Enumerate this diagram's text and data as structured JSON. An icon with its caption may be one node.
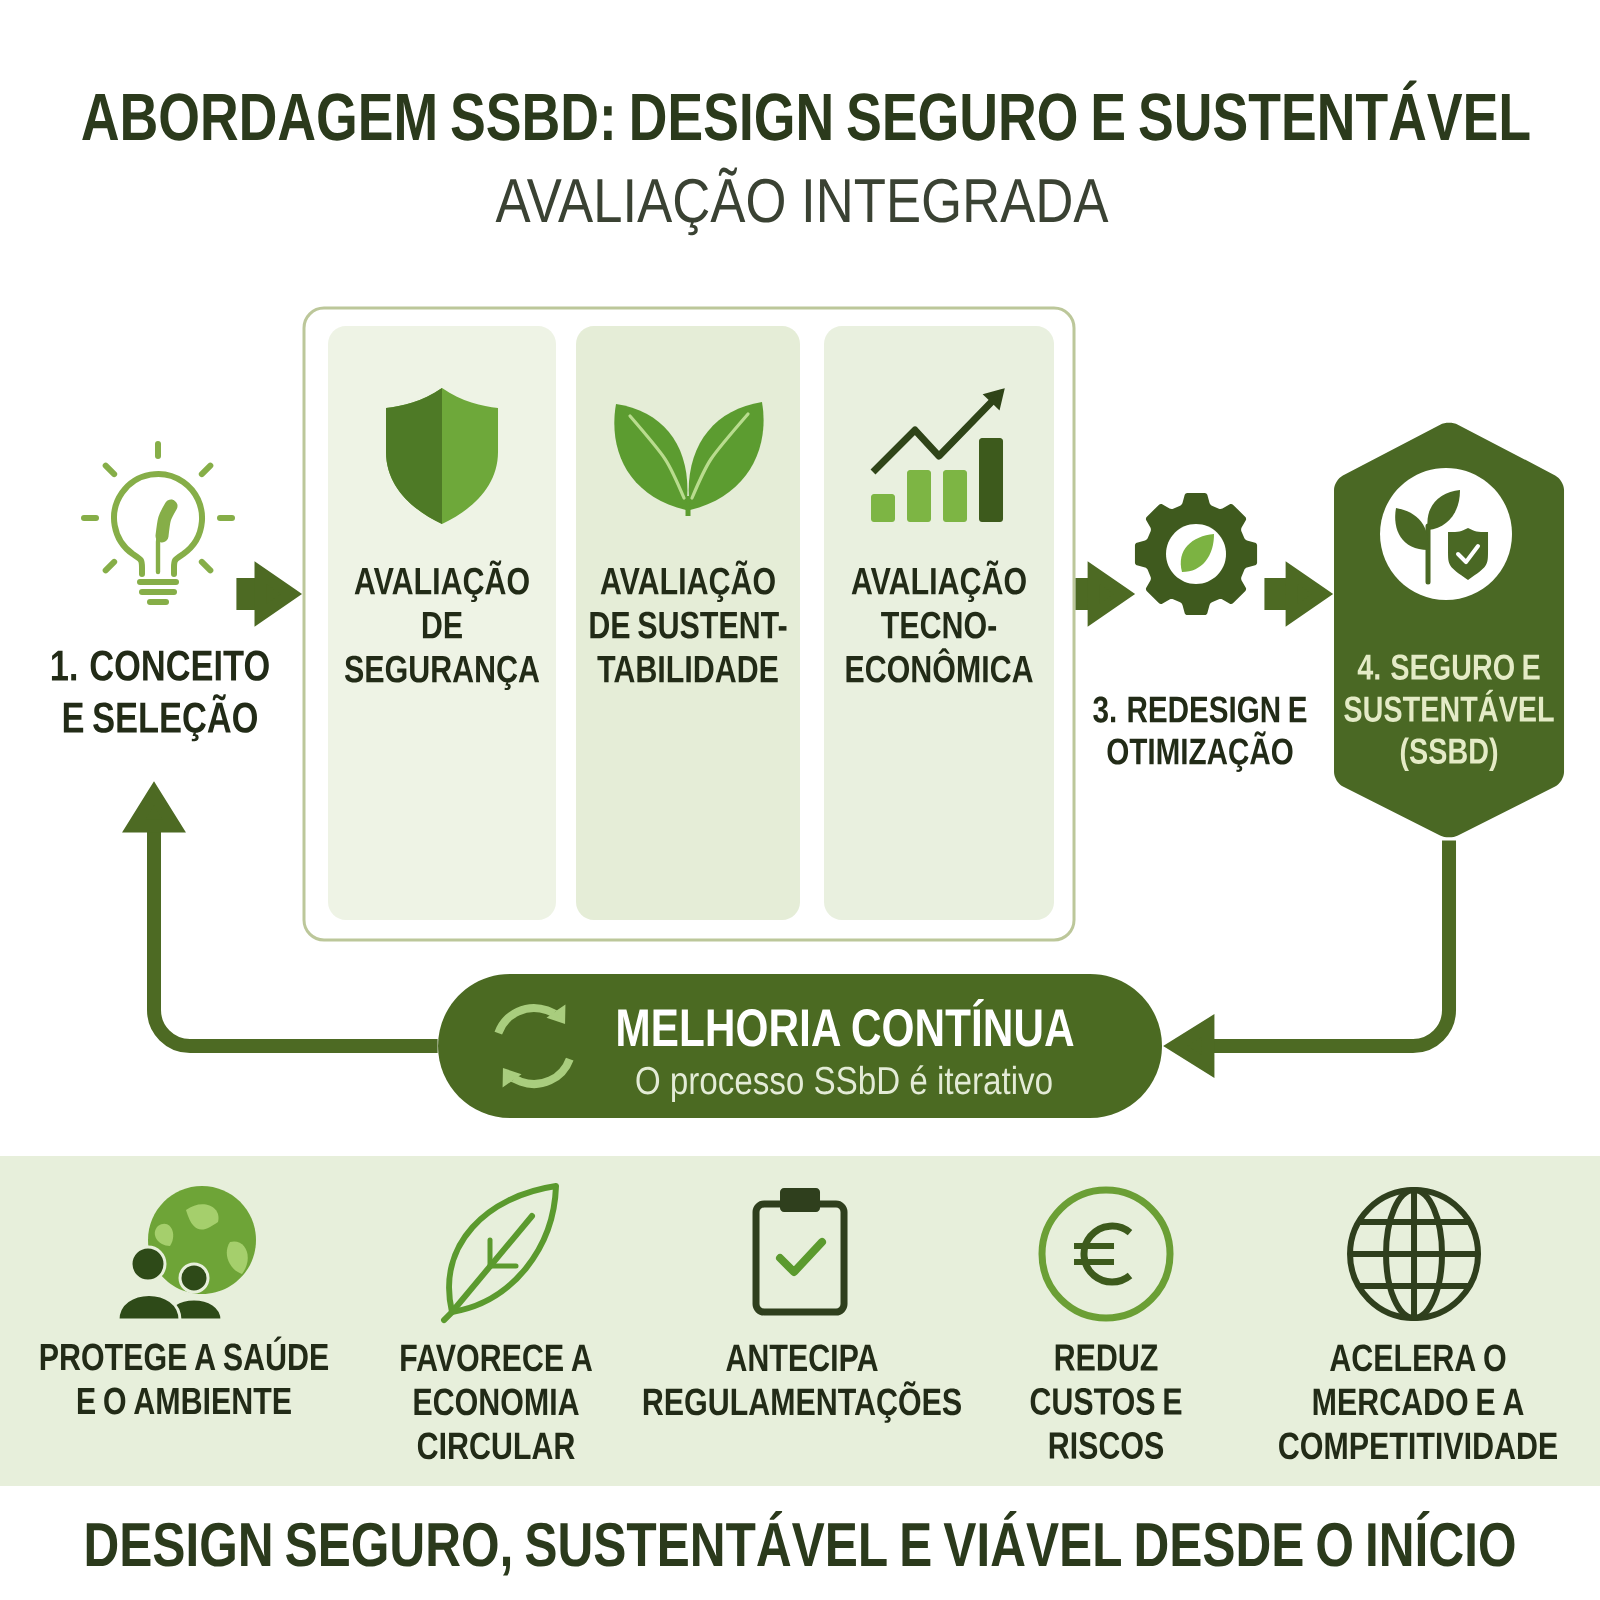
{
  "diagram": {
    "title": "ABORDAGEM SSBD: DESIGN SEGURO E SUSTENTÁVEL",
    "caption": "DESIGN SEGURO, SUSTENTÁVEL E VIÁVEL DESDE O INÍCIO",
    "nodes": [
      {
        "text": [
          "1. CONCEITO E SELEÇÃO"
        ]
      },
      {
        "text": [],
        "shape": "box"
      },
      {
        "text": [
          "AVALIAÇÃO DE SEGURANÇA"
        ],
        "in": 1
      },
      {
        "text": [
          "AVALIAÇÃO DE SUSTENT- TABILIDADE"
        ],
        "in": 1
      },
      {
        "text": [
          "AVALIAÇÃO TECNO- ECONÔMICA"
        ],
        "in": 1
      },
      {
        "text": [
          "3. REDESIGN E OTIMIZAÇÃO"
        ]
      },
      {
        "text": [
          "4. SEGURO E SUSTENTÁVEL (SSBD)"
        ]
      },
      {
        "text": [
          "MELHORIA CONTÍNUA",
          "O processo SSbD é iterativo"
        ]
      },
      {
        "text": [
          "PROTEGE A SAÚDE E O AMBIENTE",
          "FAVORECE A ECONOMIA CIRCULAR",
          "ANTECIPA REGULAMENTAÇÕES",
          "REDUZ CUSTOS E RISCOS",
          "ACELERA O MERCADO E A COMPETITIVIDADE"
        ]
      }
    ],
    "edges": [
      {
        "from": 0,
        "to": 1,
        "arrow": "to"
      },
      {
        "from": 1,
        "to": 5,
        "arrow": "to"
      },
      {
        "from": 5,
        "to": 6,
        "arrow": "to"
      },
      {
        "from": 6,
        "to": 7,
        "arrow": "to"
      },
      {
        "from": 7,
        "to": 0,
        "arrow": "to"
      }
    ],
    "labels": [
      "AVALIAÇÃO INTEGRADA"
    ]
  }
}
